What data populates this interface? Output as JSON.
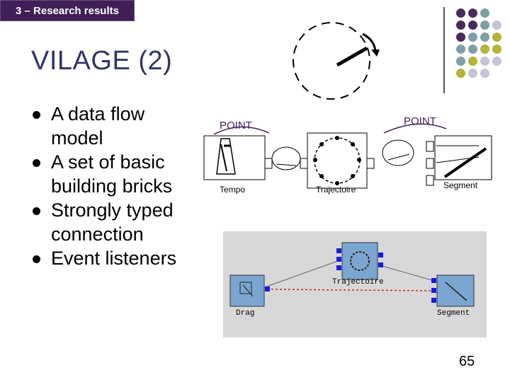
{
  "section_tag": "3 – Research results",
  "title": "VILAGE (2)",
  "bullets": [
    {
      "line1": "A data flow",
      "line2": "model"
    },
    {
      "line1": "A set of basic",
      "line2": "building bricks"
    },
    {
      "line1": "Strongly typed",
      "line2": "connection"
    },
    {
      "line1": "Event listeners",
      "line2": ""
    }
  ],
  "diagram": {
    "point_left": "POINT",
    "point_right": "POINT",
    "tempo": "Tempo",
    "trajectoire": "Trajectoire",
    "segment": "Segment"
  },
  "screenshot": {
    "trajectoire": "Trajectoire",
    "drag": "Drag",
    "segment": "Segment"
  },
  "page_number": "65",
  "colors": {
    "tag_bg": "#3f1f55",
    "title": "#333366",
    "dot_purple": "#4b2a5e",
    "dot_teal": "#7f9fa6",
    "dot_olive": "#b5b33a",
    "dot_lavender": "#c5c4d6",
    "block_blue": "#7aa6cf",
    "port_blue": "#1a1ae0",
    "link_red": "#d02020"
  }
}
